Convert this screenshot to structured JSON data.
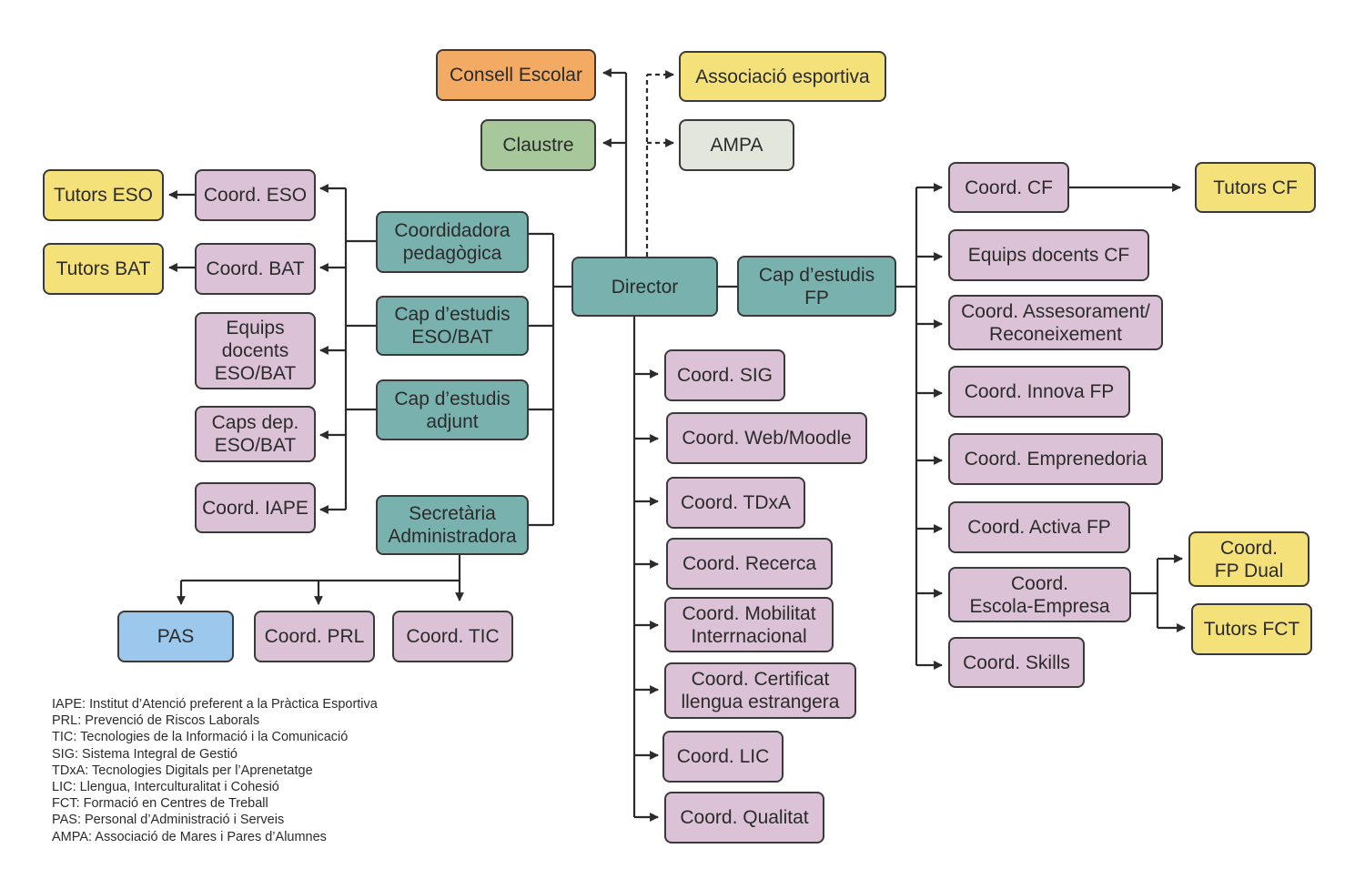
{
  "nodes": {
    "consell_escolar": "Consell Escolar",
    "associacio_esportiva": "Associació esportiva",
    "claustre": "Claustre",
    "ampa": "AMPA",
    "director": "Director",
    "coordinadora_pedagogica": "Coordidadora\npedagògica",
    "cap_estudis_eso_bat": "Cap d’estudis\nESO/BAT",
    "cap_estudis_adjunt": "Cap d’estudis\nadjunt",
    "secretaria": "Secretària\nAdministradora",
    "tutors_eso": "Tutors ESO",
    "coord_eso": "Coord. ESO",
    "tutors_bat": "Tutors BAT",
    "coord_bat": "Coord. BAT",
    "equips_docents_eso_bat": "Equips\ndocents\nESO/BAT",
    "caps_dep": "Caps dep.\nESO/BAT",
    "coord_iape": "Coord. IAPE",
    "pas": "PAS",
    "coord_prl": "Coord. PRL",
    "coord_tic": "Coord. TIC",
    "coord_sig": "Coord. SIG",
    "coord_web": "Coord. Web/Moodle",
    "coord_tdxa": "Coord. TDxA",
    "coord_recerca": "Coord. Recerca",
    "coord_mobilitat": "Coord. Mobilitat\nInterrnacional",
    "coord_certificat": "Coord. Certificat\nllengua estrangera",
    "coord_lic": "Coord. LIC",
    "coord_qualitat": "Coord. Qualitat",
    "cap_estudis_fp": "Cap d’estudis\nFP",
    "coord_cf": "Coord. CF",
    "tutors_cf": "Tutors CF",
    "equips_docents_cf": "Equips docents CF",
    "coord_assessorament": "Coord. Assesorament/\nReconeixement",
    "coord_innova": "Coord. Innova FP",
    "coord_emprenedoria": "Coord. Emprenedoria",
    "coord_activa": "Coord. Activa FP",
    "coord_escola_empresa": "Coord.\nEscola-Empresa",
    "coord_fp_dual": "Coord.\nFP Dual",
    "tutors_fct": "Tutors FCT",
    "coord_skills": "Coord. Skills"
  },
  "colors": {
    "orange": "#f3aa62",
    "yellow": "#f4e17a",
    "green": "#a6c89a",
    "grey": "#e2e6db",
    "pink": "#dbc2d6",
    "teal": "#79b1ae",
    "blue": "#9cc8ee",
    "line": "#2b2b2b"
  },
  "glossary": [
    "IAPE: Institut d’Atenció preferent a la Pràctica Esportiva",
    "PRL: Prevenció de Riscos Laborals",
    "TIC: Tecnologies de la Informació i la Comunicació",
    "SIG: Sistema Integral de Gestió",
    "TDxA: Tecnologies Digitals per l’Aprenetatge",
    "LIC: Llengua, Interculturalitat i Cohesió",
    "FCT: Formació en Centres de Treball",
    "PAS: Personal d’Administració i Serveis",
    "AMPA: Associació de Mares i Pares d’Alumnes"
  ]
}
